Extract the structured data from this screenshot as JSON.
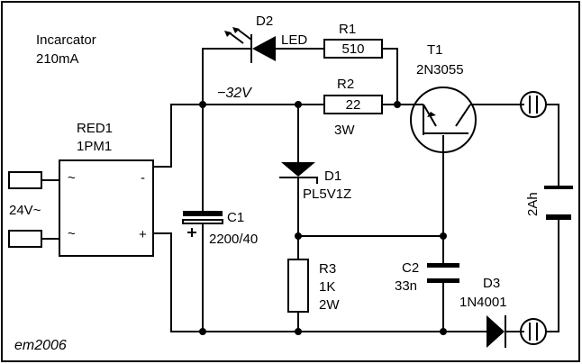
{
  "charger": {
    "title": "Incarcator",
    "current": "210mA"
  },
  "bridge": {
    "ref": "RED1",
    "part": "1PM1",
    "ac_mark": "~",
    "minus_mark": "-",
    "plus_mark": "+"
  },
  "input": {
    "label": "24V~"
  },
  "led": {
    "ref": "D2",
    "part": "LED"
  },
  "r1": {
    "ref": "R1",
    "value": "510"
  },
  "r2": {
    "ref": "R2",
    "value": "22",
    "power": "3W"
  },
  "rail": {
    "label": "−32V"
  },
  "t1": {
    "ref": "T1",
    "part": "2N3055"
  },
  "d1": {
    "ref": "D1",
    "part": "PL5V1Z"
  },
  "c1": {
    "ref": "C1",
    "value": "2200/40"
  },
  "r3": {
    "ref": "R3",
    "value": "1K",
    "power": "2W"
  },
  "c2": {
    "ref": "C2",
    "value": "33n"
  },
  "d3": {
    "ref": "D3",
    "part": "1N4001"
  },
  "battery": {
    "label": "2Ah"
  },
  "signature": {
    "text": "em2006"
  }
}
